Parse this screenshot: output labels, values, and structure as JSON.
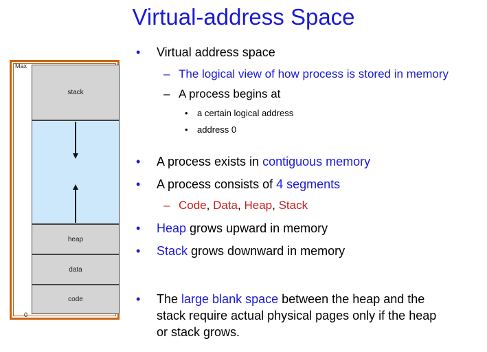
{
  "title": "Virtual-address Space",
  "diagram": {
    "max_label": "Max",
    "zero_label": "0",
    "stack": "stack",
    "heap": "heap",
    "data": "data",
    "code": "code"
  },
  "bullets": {
    "b1": "Virtual address space",
    "b1_sub1": "The logical view of how process is stored in memory",
    "b1_sub2": "A process begins at",
    "b1_sub2_a": "a certain logical address",
    "b1_sub2_b": "address 0",
    "b2_pre": "A process exists in ",
    "b2_hl": "contiguous memory",
    "b3_pre": "A process consists of ",
    "b3_hl": "4 segments",
    "b3_code": "Code",
    "b3_data": "Data",
    "b3_heap": "Heap",
    "b3_stack": "Stack",
    "comma": ", ",
    "b4_hl": "Heap",
    "b4_post": " grows upward in memory",
    "b5_hl": "Stack",
    "b5_post": " grows downward in memory",
    "b6_pre": "The ",
    "b6_hl": "large blank space",
    "b6_post1": " between the heap and the",
    "b6_line2": "stack require actual physical pages only if the heap",
    "b6_line3": "or stack grows."
  },
  "colors": {
    "title": "#1a1ad6",
    "highlight": "#1a1ad6",
    "segment": "#c81e1e",
    "frame": "#c86414"
  }
}
